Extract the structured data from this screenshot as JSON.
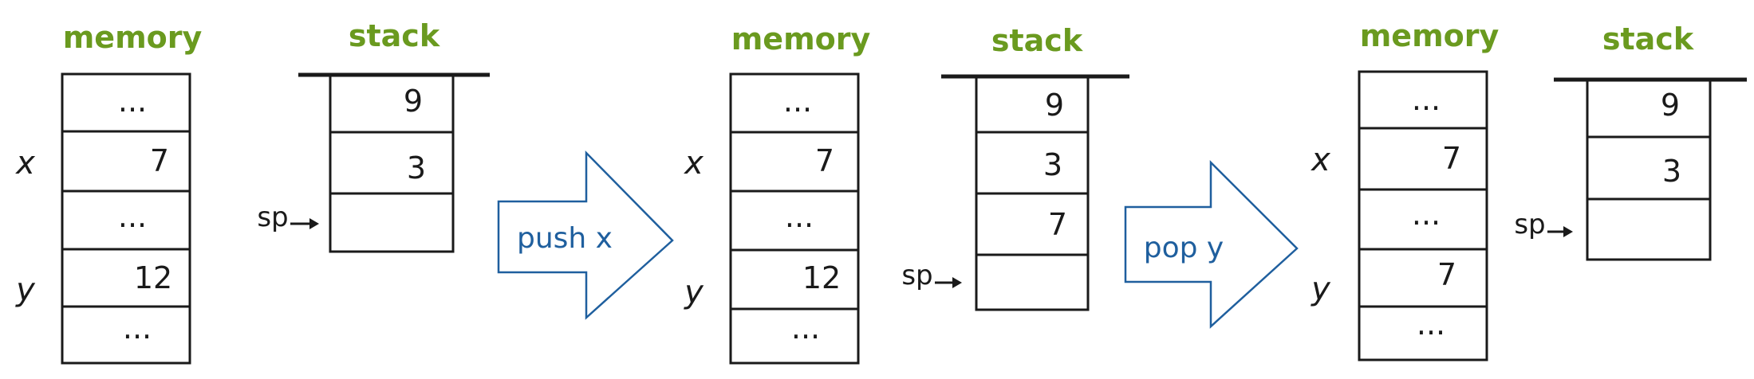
{
  "panels": [
    {
      "memory_title": "memory",
      "memory_cells": [
        "...",
        "7",
        "...",
        "12",
        "..."
      ],
      "var_x": "x",
      "var_y": "y",
      "stack_title": "stack",
      "stack_cells": [
        "9",
        "3",
        ""
      ],
      "sp_label": "sp"
    },
    {
      "memory_title": "memory",
      "memory_cells": [
        "...",
        "7",
        "...",
        "12",
        "..."
      ],
      "var_x": "x",
      "var_y": "y",
      "stack_title": "stack",
      "stack_cells": [
        "9",
        "3",
        "7",
        ""
      ],
      "sp_label": "sp"
    },
    {
      "memory_title": "memory",
      "memory_cells": [
        "...",
        "7",
        "...",
        "7",
        "..."
      ],
      "var_x": "x",
      "var_y": "y",
      "stack_title": "stack",
      "stack_cells": [
        "9",
        "3",
        ""
      ],
      "sp_label": "sp"
    }
  ],
  "operations": [
    {
      "label": "push x"
    },
    {
      "label": "pop y"
    }
  ],
  "colors": {
    "title_green": "#6a9a1f",
    "operation_blue": "#1f5f9e",
    "ink": "#1a1a1a"
  }
}
